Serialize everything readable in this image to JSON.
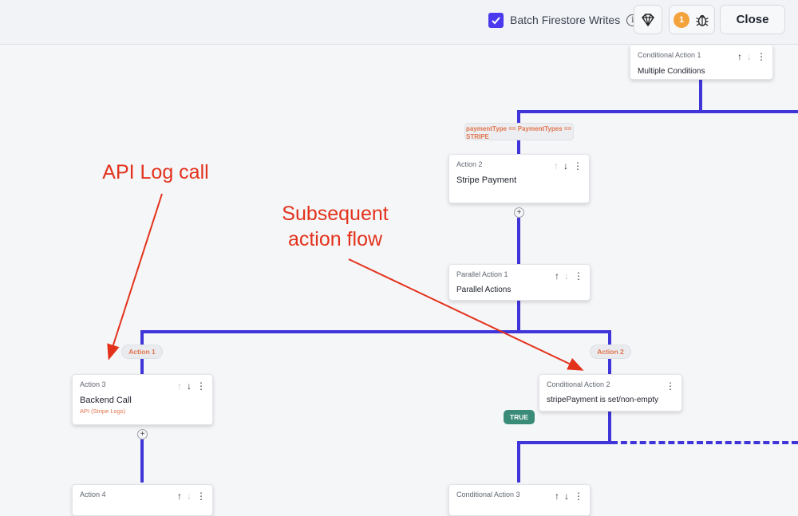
{
  "toolbar": {
    "batch_label": "Batch Firestore Writes",
    "info_glyph": "i",
    "badge_count": "1",
    "close_label": "Close"
  },
  "flow": {
    "cond1": {
      "sub": "Conditional Action 1",
      "title": "Multiple Conditions"
    },
    "condition_text": "paymentType  ==  PaymentTypes  ==  STRIPE",
    "action2": {
      "sub": "Action 2",
      "title": "Stripe Payment"
    },
    "parallel": {
      "sub": "Parallel Action 1",
      "title": "Parallel Actions"
    },
    "branch1": "Action 1",
    "branch2": "Action 2",
    "action3": {
      "sub": "Action 3",
      "title": "Backend Call",
      "desc": "API (Stripe Logs)"
    },
    "cond2": {
      "sub": "Conditional Action 2",
      "title": "stripePayment is set/non-empty"
    },
    "true_label": "TRUE",
    "action4": {
      "sub": "Action 4"
    },
    "cond3": {
      "sub": "Conditional Action 3"
    }
  },
  "annotations": {
    "api_log": "API Log call",
    "subsequent_1": "Subsequent",
    "subsequent_2": "action flow"
  },
  "colors": {
    "connector": "#3f35d9",
    "accent": "#4b39ef",
    "annotation": "#e3321c",
    "true_pill": "#3a8c79",
    "badge": "#f4a23c"
  }
}
